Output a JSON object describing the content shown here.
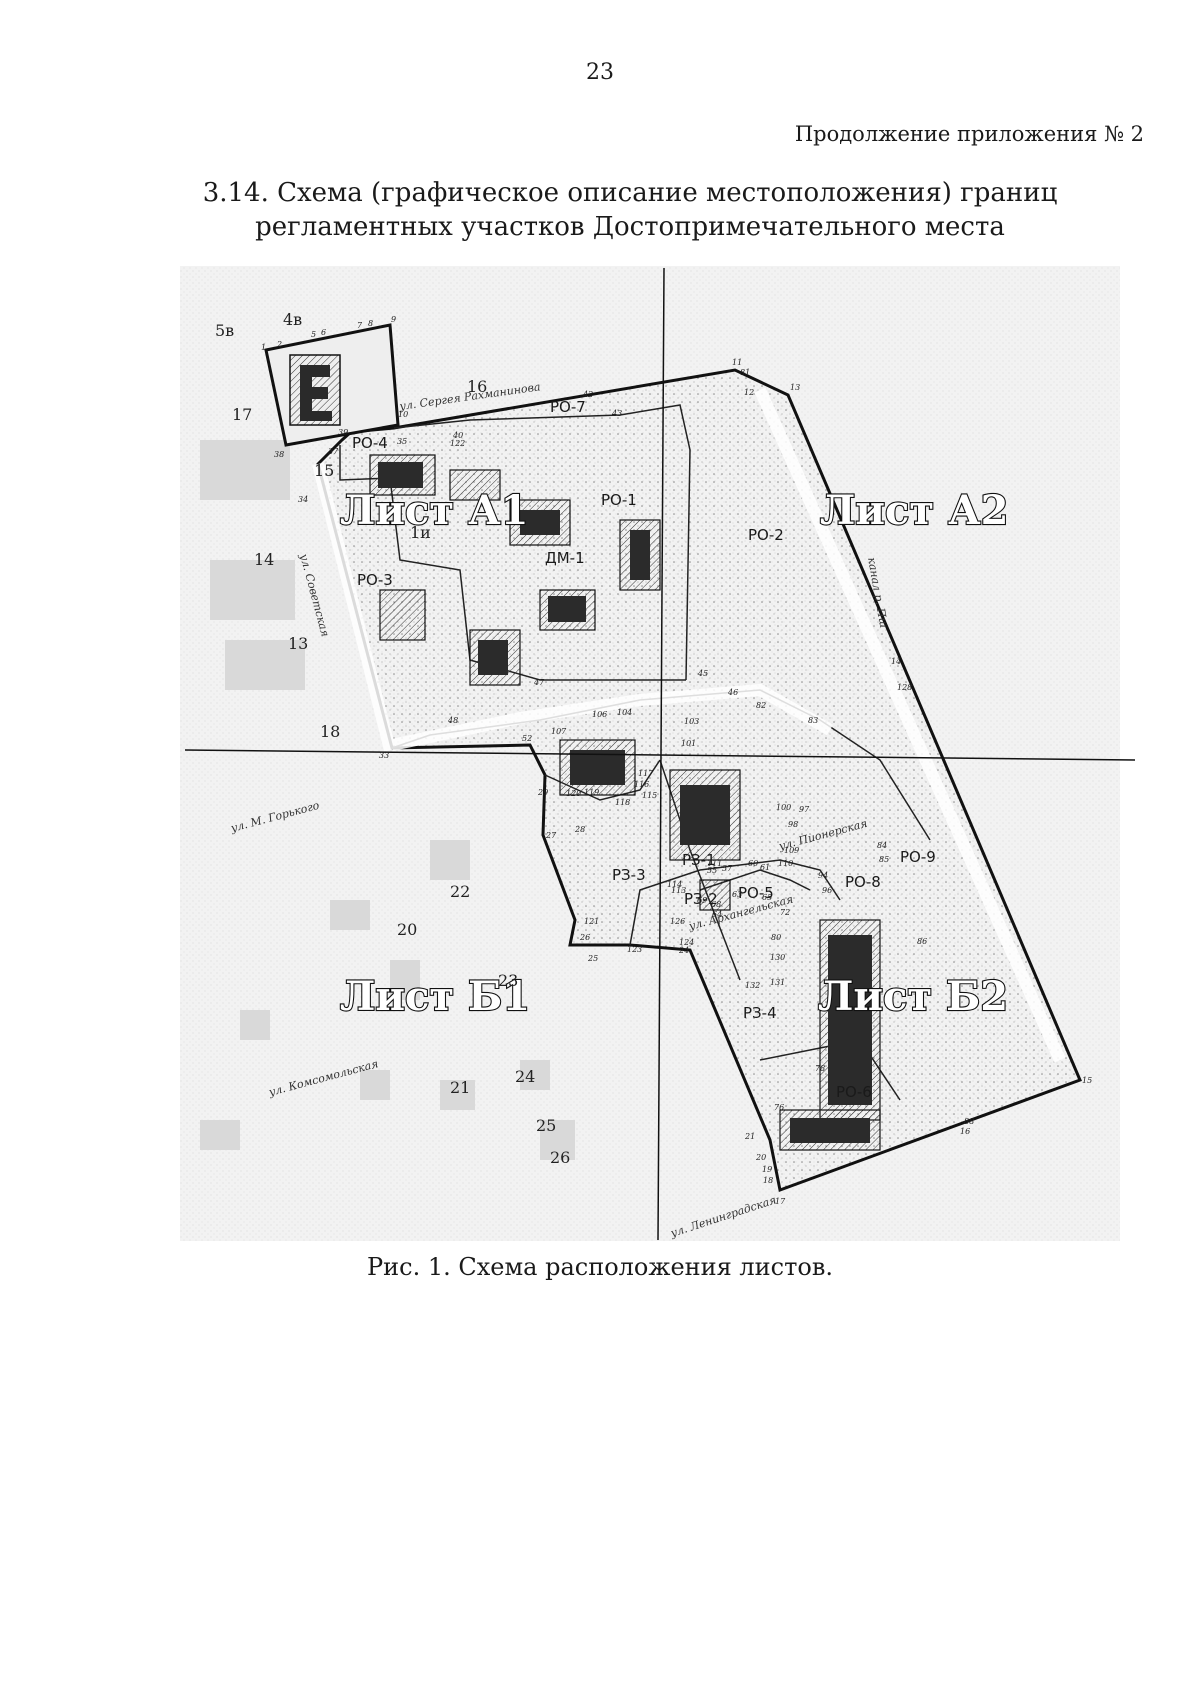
{
  "page_number": "23",
  "appendix_note": "Продолжение приложения № 2",
  "section_title": "3.14. Схема (графическое описание местоположения) границ регламентных участков Достопримечательного места",
  "caption": "Рис. 1. Схема расположения листов.",
  "sheets": [
    "Лист А1",
    "Лист А2",
    "Лист Б1",
    "Лист Б2"
  ],
  "zones": [
    "РО-1",
    "РО-2",
    "РО-3",
    "РО-4",
    "РО-5",
    "РО-6",
    "РО-7",
    "РО-8",
    "РО-9",
    "РЗ-1",
    "РЗ-2",
    "РЗ-3",
    "РЗ-4",
    "ДМ-1"
  ],
  "streets": [
    "ул. Сергея Рахманинова",
    "ул. Советская",
    "ул. М. Горького",
    "ул. Пионерская",
    "ул. Архангельская",
    "ул. Комсомольская",
    "ул. Ленинградская",
    "канал р. Пш"
  ],
  "block_numbers": [
    "4в",
    "5в",
    "16",
    "17",
    "15",
    "14",
    "13",
    "18",
    "1и",
    "22",
    "20",
    "23",
    "24",
    "21",
    "25",
    "26"
  ],
  "boundary_points": [
    "1",
    "2",
    "5",
    "6",
    "7",
    "8",
    "9",
    "10",
    "11",
    "12",
    "13",
    "14",
    "15",
    "16",
    "17",
    "18",
    "19",
    "20",
    "21",
    "24",
    "25",
    "26",
    "27",
    "28",
    "29",
    "33",
    "34",
    "35",
    "37",
    "38",
    "39",
    "40",
    "42",
    "43",
    "45",
    "46",
    "47",
    "48",
    "52",
    "55",
    "57",
    "60",
    "61",
    "63",
    "64",
    "65",
    "68",
    "69",
    "72",
    "76",
    "78",
    "80",
    "81",
    "82",
    "83",
    "84",
    "85",
    "86",
    "88",
    "94",
    "96",
    "97",
    "98",
    "100",
    "101",
    "103",
    "104",
    "106",
    "107",
    "109",
    "110",
    "111",
    "113",
    "114",
    "115",
    "116",
    "117",
    "118",
    "119",
    "120",
    "121",
    "122",
    "123",
    "124",
    "126",
    "128",
    "130",
    "131",
    "132"
  ]
}
